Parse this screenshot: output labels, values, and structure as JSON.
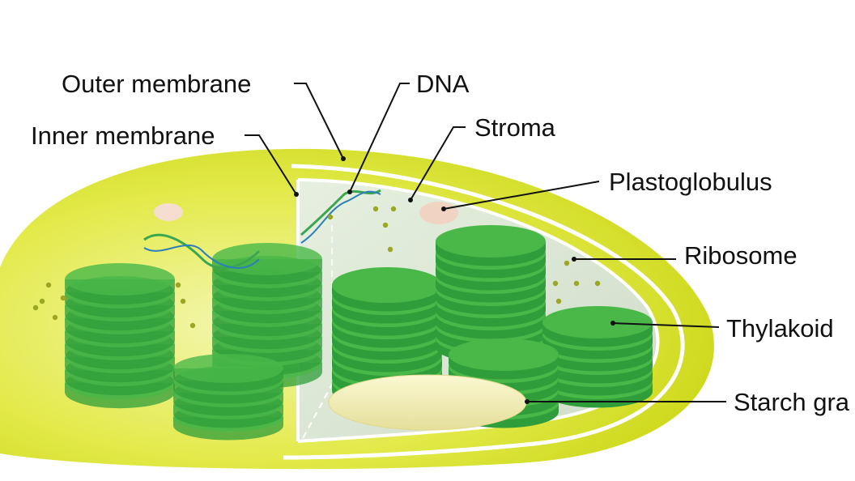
{
  "diagram": {
    "labels": {
      "outer_membrane": "Outer membrane",
      "dna": "DNA",
      "inner_membrane": "Inner membrane",
      "stroma": "Stroma",
      "plastoglobulus": "Plastoglobulus",
      "ribosome": "Ribosome",
      "thylakoid": "Thylakoid",
      "starch_granule": "Starch gra"
    },
    "colors": {
      "outer_body": "#d7e21c",
      "outer_body_light": "#eef28a",
      "membrane_white": "#ffffff",
      "stroma": "#d8e6d2",
      "thylakoid_top": "#49b848",
      "thylakoid_side": "#2f9e3a",
      "starch": "#f3efb4",
      "plastoglobulus": "#f1d3c4",
      "ribosome": "#9aa624"
    }
  }
}
